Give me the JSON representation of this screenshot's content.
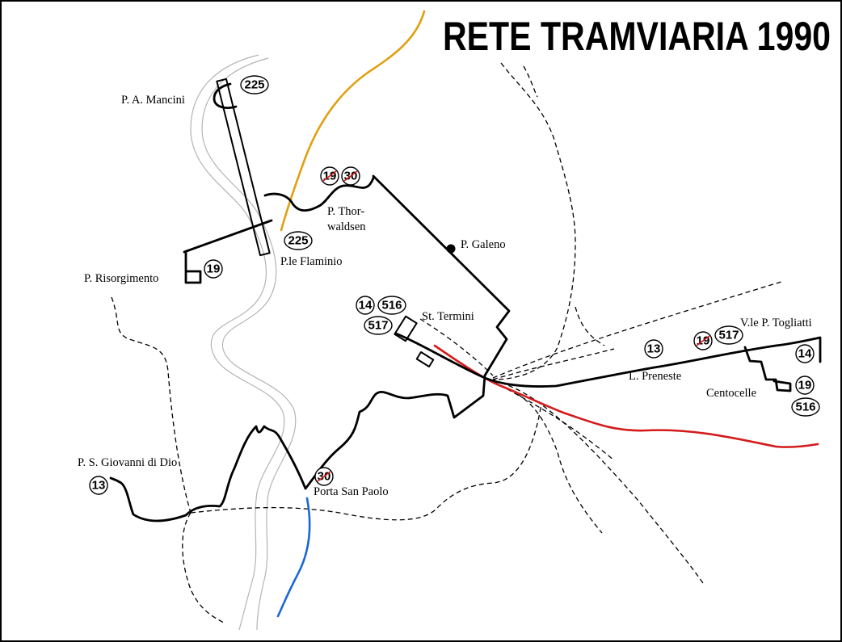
{
  "title": "RETE TRAMVIARIA 1990",
  "colors": {
    "tram": "#000000",
    "railway": "#000000",
    "river": "#b4b4b4",
    "metro_a": "#e0a010",
    "metro_b": "#d41a1a",
    "roma_lido": "#1c66d6",
    "strike": "#d41a1a"
  },
  "places": {
    "p_a_mancini": "P. A. Mancini",
    "p_thorwaldsen_1": "P. Thor-",
    "p_thorwaldsen_2": "waldsen",
    "p_galeno": "P. Galeno",
    "p_le_flaminio": "P.le Flaminio",
    "p_risorgimento": "P. Risorgimento",
    "st_termini": "St. Termini",
    "v_le_p_togliatti": "V.le P. Togliatti",
    "l_preneste": "L. Preneste",
    "centocelle": "Centocelle",
    "p_s_giovanni_di_dio": "P. S. Giovanni di Dio",
    "porta_san_paolo": "Porta San Paolo"
  },
  "routes": {
    "mancini_225": "225",
    "flaminio_225": "225",
    "thorwaldsen_19": "19",
    "thorwaldsen_30": "30",
    "risorgimento_19": "19",
    "termini_14": "14",
    "termini_516": "516",
    "termini_517": "517",
    "preneste_13": "13",
    "togliatti_19": "19",
    "togliatti_517": "517",
    "togliatti_14": "14",
    "centocelle_19": "19",
    "centocelle_516": "516",
    "giovanni_13": "13",
    "paolo_30": "30"
  }
}
